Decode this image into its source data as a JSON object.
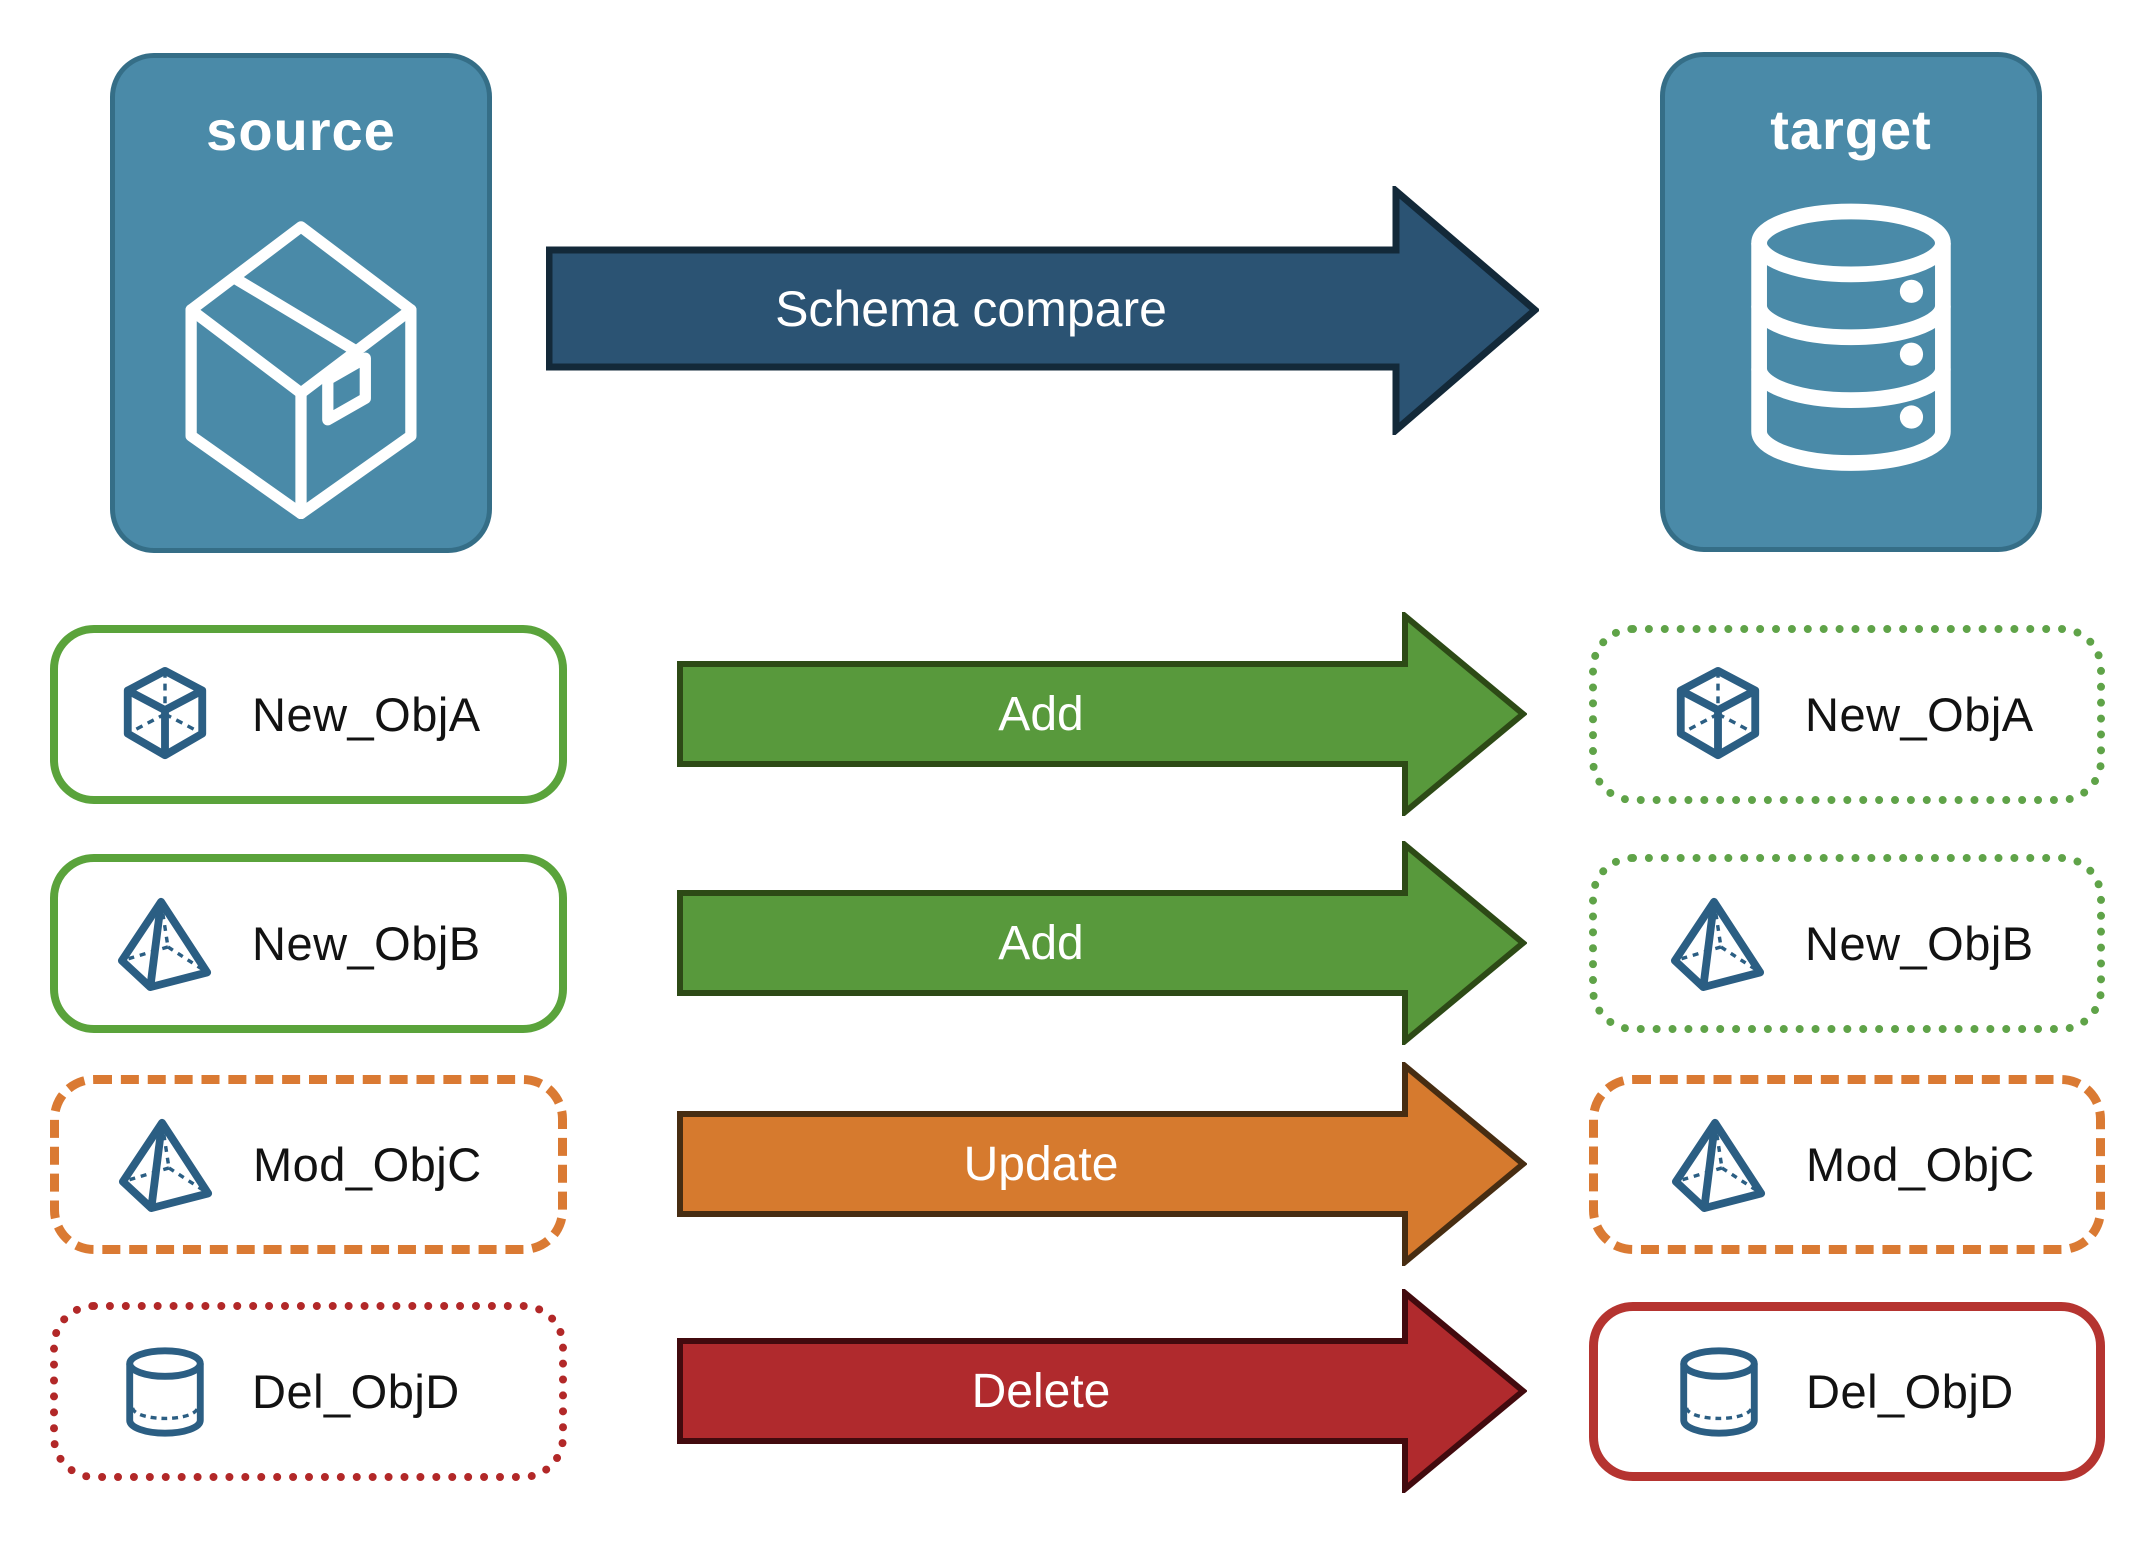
{
  "source_panel": {
    "label": "source",
    "icon": "package-icon"
  },
  "target_panel": {
    "label": "target",
    "icon": "database-icon"
  },
  "compare_arrow": {
    "label": "Schema compare",
    "fill_color": "#2b5373"
  },
  "rows": [
    {
      "object": "New_ObjA",
      "icon": "cube-icon",
      "action": "Add",
      "arrow_color": "#58993c",
      "source_box_style": "solid-green",
      "target_box_style": "dotted-green"
    },
    {
      "object": "New_ObjB",
      "icon": "pyramid-icon",
      "action": "Add",
      "arrow_color": "#58993c",
      "source_box_style": "solid-green",
      "target_box_style": "dotted-green"
    },
    {
      "object": "Mod_ObjC",
      "icon": "pyramid-icon",
      "action": "Update",
      "arrow_color": "#d67a2e",
      "source_box_style": "dashed-orange",
      "target_box_style": "dashed-orange"
    },
    {
      "object": "Del_ObjD",
      "icon": "cylinder-icon",
      "action": "Delete",
      "arrow_color": "#b02a2d",
      "source_box_style": "dotted-red",
      "target_box_style": "solid-red"
    }
  ],
  "colors": {
    "panel_blue": "#4a8aa8",
    "panel_border": "#356e87",
    "compare_fill": "#2b5373",
    "compare_outline": "#132939",
    "add_green": "#58993c",
    "add_outline": "#2d4a16",
    "update_orange": "#d67a2e",
    "update_outline": "#472d12",
    "delete_red": "#b02a2d",
    "delete_outline": "#420a0e",
    "solid_green_border": "#5aa33b",
    "dotted_green_border": "#5fa348",
    "dashed_orange_border": "#da7a33",
    "dotted_red_border": "#b22828",
    "solid_red_border": "#b53430",
    "icon_blue": "#2b5e83"
  }
}
